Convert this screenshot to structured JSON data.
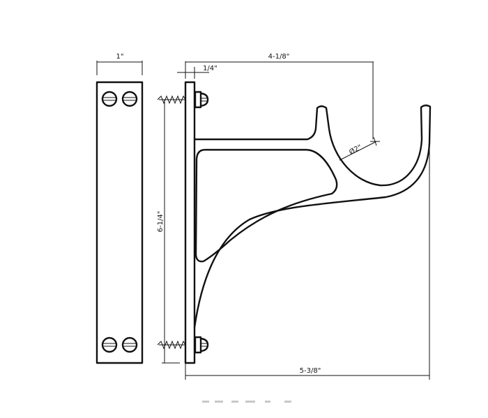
{
  "dimensions": {
    "plate_width": "1\"",
    "plate_thickness": "1/4\"",
    "overall_projection": "4-1/8\"",
    "height": "6-1/4\"",
    "cup_diameter": "Ø2\"",
    "overall_depth": "5-3/8\""
  },
  "colors": {
    "line": "#111111",
    "background": "#ffffff"
  }
}
